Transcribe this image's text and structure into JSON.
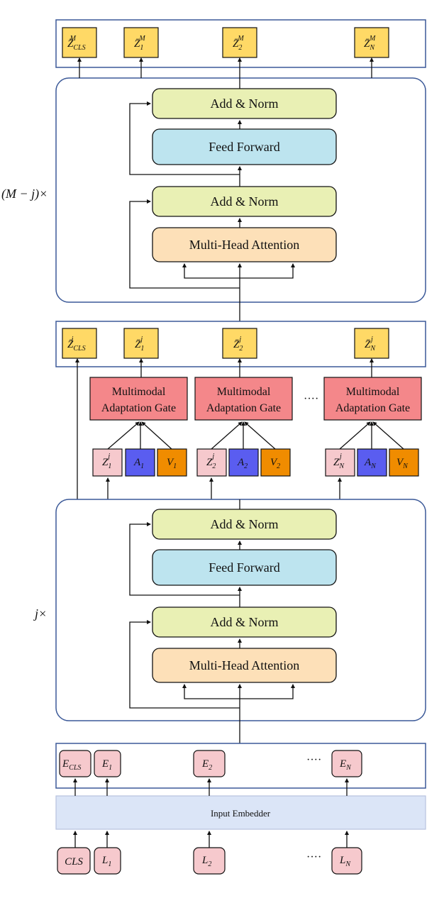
{
  "repeat_labels": {
    "upper": "(M − j)×",
    "lower": "j×"
  },
  "upper_encoder": {
    "add_norm_top": "Add & Norm",
    "feed_forward": "Feed Forward",
    "add_norm_bottom": "Add & Norm",
    "attention": "Multi-Head Attention"
  },
  "lower_encoder": {
    "add_norm_top": "Add & Norm",
    "feed_forward": "Feed Forward",
    "add_norm_bottom": "Add & Norm",
    "attention": "Multi-Head Attention"
  },
  "output_tokens_M": [
    {
      "base": "Z̄",
      "sub": "CLS",
      "sup": "M"
    },
    {
      "base": "Z̄",
      "sub": "1",
      "sup": "M"
    },
    {
      "base": "Z̄",
      "sub": "2",
      "sup": "M"
    },
    {
      "base": "Z̄",
      "sub": "N",
      "sup": "M"
    }
  ],
  "output_tokens_j": [
    {
      "base": "Z̄",
      "sub": "CLS",
      "sup": "j"
    },
    {
      "base": "Z̄",
      "sub": "1",
      "sup": "j"
    },
    {
      "base": "Z̄",
      "sub": "2",
      "sup": "j"
    },
    {
      "base": "Z̄",
      "sub": "N",
      "sup": "j"
    }
  ],
  "mag": {
    "line1": "Multimodal",
    "line2": "Adaptation Gate"
  },
  "gate_inputs": [
    [
      {
        "base": "Z",
        "sub": "1",
        "sup": "j"
      },
      {
        "base": "A",
        "sub": "1",
        "sup": ""
      },
      {
        "base": "V",
        "sub": "1",
        "sup": ""
      }
    ],
    [
      {
        "base": "Z",
        "sub": "2",
        "sup": "j"
      },
      {
        "base": "A",
        "sub": "2",
        "sup": ""
      },
      {
        "base": "V",
        "sub": "2",
        "sup": ""
      }
    ],
    [
      {
        "base": "Z",
        "sub": "N",
        "sup": "j"
      },
      {
        "base": "A",
        "sub": "N",
        "sup": ""
      },
      {
        "base": "V",
        "sub": "N",
        "sup": ""
      }
    ]
  ],
  "embeddings": [
    {
      "base": "E",
      "sub": "CLS"
    },
    {
      "base": "E",
      "sub": "1"
    },
    {
      "base": "E",
      "sub": "2"
    },
    {
      "base": "E",
      "sub": "N"
    }
  ],
  "input_embedder": "Input Embedder",
  "inputs": [
    {
      "base": "CLS",
      "sub": ""
    },
    {
      "base": "L",
      "sub": "1"
    },
    {
      "base": "L",
      "sub": "2"
    },
    {
      "base": "L",
      "sub": "N"
    }
  ],
  "ellipsis": "····",
  "colors": {
    "output_token": "#ffd966",
    "add_norm": "#e9f0b4",
    "feed_forward": "#bde4ef",
    "attention": "#fde0b8",
    "mag": "#f4878a",
    "z_token": "#f6c9cd",
    "a_token": "#5a5df0",
    "v_token": "#f08c00",
    "embed_token": "#f6c9cd",
    "embedder": "#dbe5f7",
    "frame": "#3b5998"
  }
}
